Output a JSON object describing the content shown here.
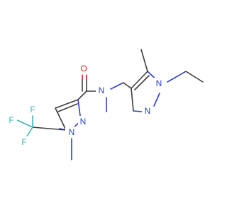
{
  "molecule": {
    "atom_labels": {
      "n_pyrazole_a1": "N",
      "n_pyrazole_a2": "N",
      "n_amide": "N",
      "n_pyrazole_b1": "N",
      "n_pyrazole_b2": "N",
      "o_carbonyl": "O",
      "f1": "F",
      "f2": "F",
      "f3": "F"
    },
    "colors": {
      "carbon_bond": "#3d3d3d",
      "nitrogen": "#2a3fd0",
      "oxygen": "#e02020",
      "fluorine": "#38b6b4"
    }
  }
}
